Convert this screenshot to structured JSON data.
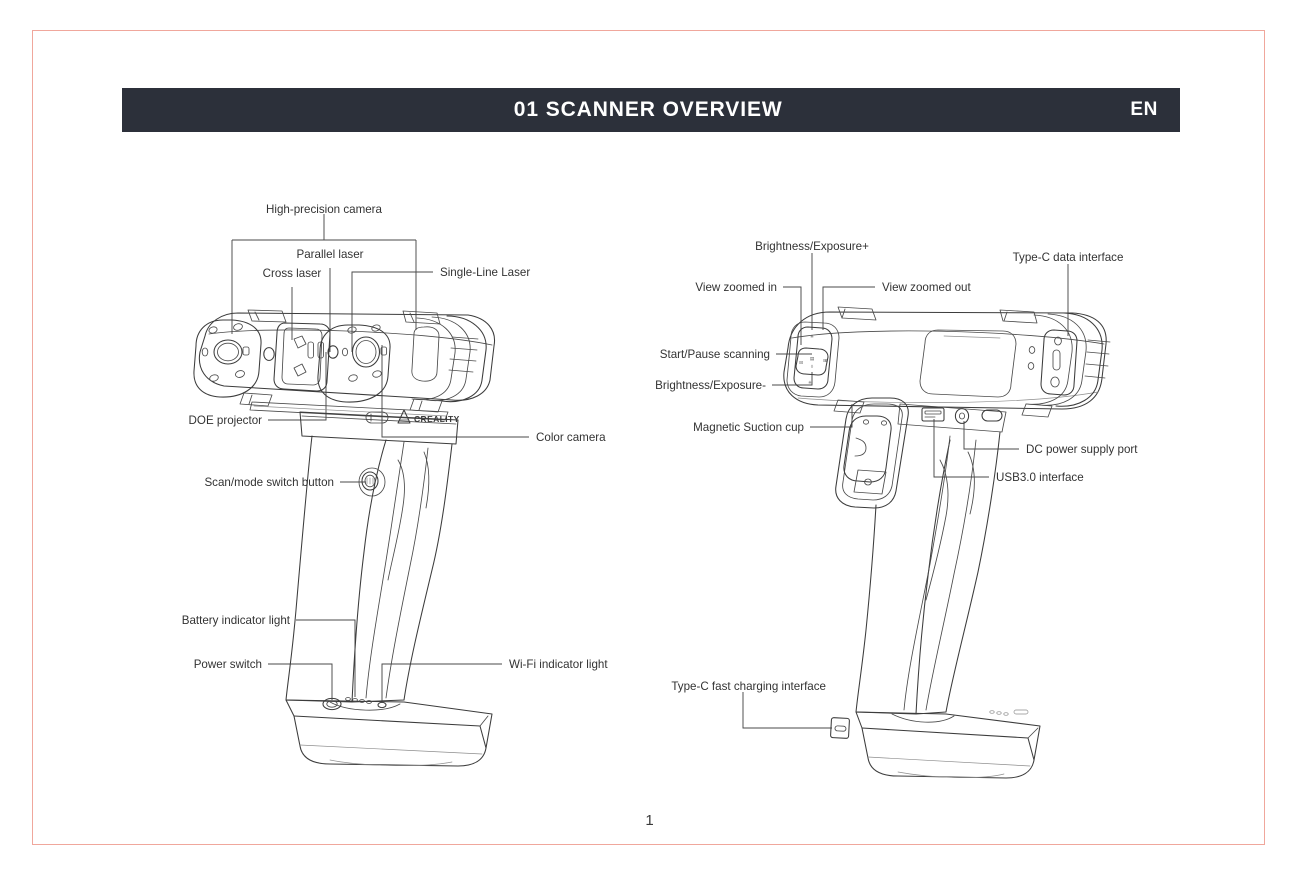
{
  "document": {
    "page_number": "1",
    "border_color": "#f0a79c"
  },
  "header": {
    "title": "01 SCANNER OVERVIEW",
    "language": "EN",
    "background_color": "#2c303a",
    "text_color": "#ffffff"
  },
  "device": {
    "brand": "CREALITY"
  },
  "diagrams": [
    {
      "id": "front-view",
      "name": "scanner-front-view",
      "labels": [
        {
          "key": "high_precision_camera",
          "text": "High-precision camera"
        },
        {
          "key": "parallel_laser",
          "text": "Parallel laser"
        },
        {
          "key": "cross_laser",
          "text": "Cross laser"
        },
        {
          "key": "single_line_laser",
          "text": "Single-Line Laser"
        },
        {
          "key": "doe_projector",
          "text": "DOE projector"
        },
        {
          "key": "color_camera",
          "text": "Color camera"
        },
        {
          "key": "scan_mode_switch_button",
          "text": "Scan/mode switch button"
        },
        {
          "key": "battery_indicator_light",
          "text": "Battery indicator light"
        },
        {
          "key": "power_switch",
          "text": "Power switch"
        },
        {
          "key": "wifi_indicator_light",
          "text": "Wi-Fi indicator light"
        }
      ]
    },
    {
      "id": "side-view",
      "name": "scanner-side-view",
      "labels": [
        {
          "key": "brightness_exposure_plus",
          "text": "Brightness/Exposure+"
        },
        {
          "key": "view_zoomed_in",
          "text": "View zoomed in"
        },
        {
          "key": "view_zoomed_out",
          "text": "View zoomed out"
        },
        {
          "key": "type_c_data_interface",
          "text": "Type-C data interface"
        },
        {
          "key": "start_pause_scanning",
          "text": "Start/Pause scanning"
        },
        {
          "key": "brightness_exposure_minus",
          "text": "Brightness/Exposure-"
        },
        {
          "key": "magnetic_suction_cup",
          "text": "Magnetic Suction cup"
        },
        {
          "key": "dc_power_supply_port",
          "text": "DC power supply port"
        },
        {
          "key": "usb3_interface",
          "text": "USB3.0 interface"
        },
        {
          "key": "type_c_fast_charging_interface",
          "text": "Type-C fast charging interface"
        }
      ]
    }
  ]
}
